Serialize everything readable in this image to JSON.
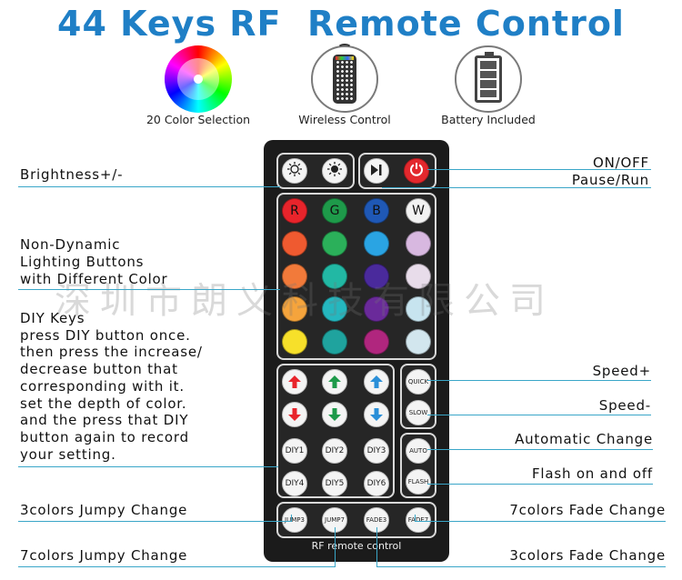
{
  "title": "44 Keys RF  Remote Control",
  "features": [
    {
      "caption": "20 Color Selection",
      "icon": "color-wheel-icon"
    },
    {
      "caption": "Wireless Control",
      "icon": "remote-wireless-icon"
    },
    {
      "caption": "Battery Included",
      "icon": "battery-icon"
    }
  ],
  "watermark": "深圳市朗义科技有限公司",
  "remote": {
    "caption": "RF remote control",
    "top_icons": [
      "brightness-down-icon",
      "brightness-up-icon",
      "play-pause-icon",
      "power-icon"
    ],
    "rgbw_labels": [
      "R",
      "G",
      "B",
      "W"
    ],
    "colors": {
      "row1": [
        "#e8242b",
        "#1e9a4a",
        "#1f58b5",
        "#f2f2f2"
      ],
      "row2": [
        "#ef5a30",
        "#2bb05a",
        "#2aa4e3",
        "#d8b8e0"
      ],
      "row3": [
        "#f27a3a",
        "#22b8a4",
        "#4a2a9c",
        "#e8dcea"
      ],
      "row4": [
        "#f5a43c",
        "#25b7bf",
        "#6a2a9a",
        "#c7e4ef"
      ],
      "row5": [
        "#f7e02a",
        "#1fa39e",
        "#b0267e",
        "#d2e6ee"
      ]
    },
    "arrow_colors": {
      "red": "#e8242b",
      "green": "#1e9a4a",
      "blue": "#2a8fd8"
    },
    "diy": [
      "DIY1",
      "DIY2",
      "DIY3",
      "DIY4",
      "DIY5",
      "DIY6"
    ],
    "side_buttons": [
      "QUICK",
      "SLOW",
      "AUTO",
      "FLASH"
    ],
    "bottom_buttons": [
      "JUMP3",
      "JUMP7",
      "FADE3",
      "FADE7"
    ]
  },
  "labels_left": {
    "brightness": "Brightness+/-",
    "non_dynamic": [
      "Non-Dynamic",
      "Lighting Buttons",
      "with Different Color"
    ],
    "diy": [
      "DIY Keys",
      "press DIY button once.",
      "then press the increase/",
      "decrease button that",
      "corresponding with it.",
      "set the depth of color.",
      "and the press that DIY",
      "button again to record",
      "your setting."
    ],
    "jump3": "3colors Jumpy Change",
    "jump7": "7colors Jumpy Change"
  },
  "labels_right": {
    "onoff": "ON/OFF",
    "pause": "Pause/Run",
    "speed_up": "Speed+",
    "speed_down": "Speed-",
    "auto": "Automatic Change",
    "flash": "Flash on and off",
    "fade7": "7colors Fade Change",
    "fade3": "3colors Fade Change"
  }
}
